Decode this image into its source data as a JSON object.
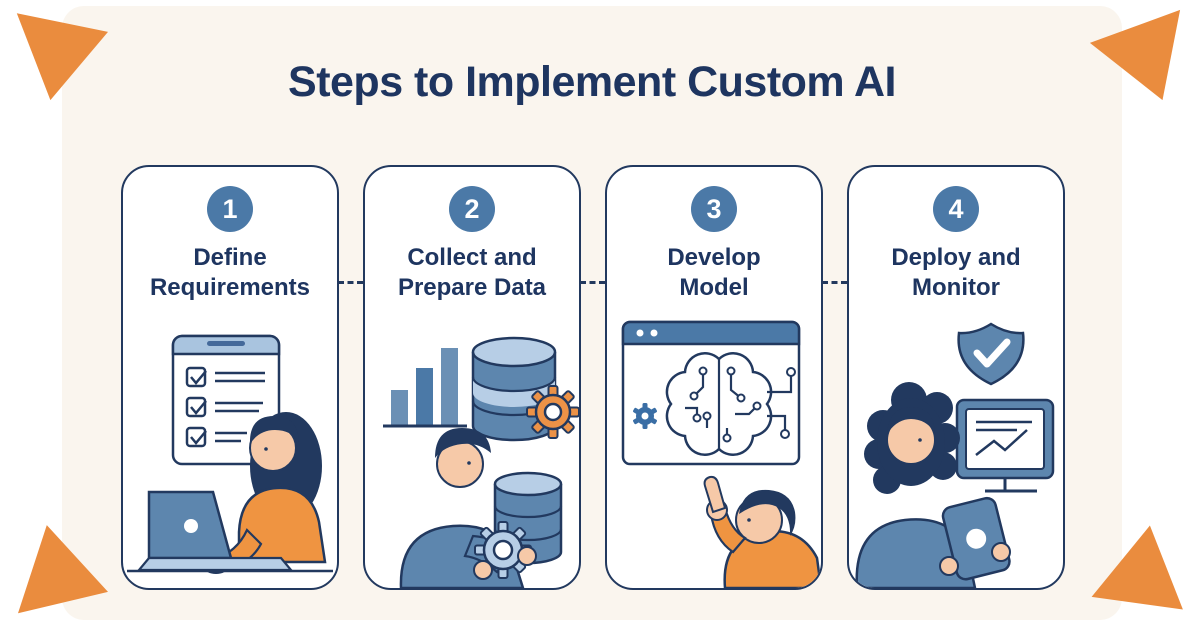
{
  "title": "Steps to Implement Custom AI",
  "steps": [
    {
      "number": "1",
      "line1": "Define",
      "line2": "Requirements",
      "illustration": "woman in orange sweater typing on laptop beside a checklist document with three checked items"
    },
    {
      "number": "2",
      "line1": "Collect and",
      "line2": "Prepare Data",
      "illustration": "man in blue shirt holding a gear next to database cylinders, a rising bar chart and an orange gear"
    },
    {
      "number": "3",
      "line1": "Develop",
      "line2": "Model",
      "illustration": "man in orange shirt pointing at a browser window showing a circuit brain and a small gear"
    },
    {
      "number": "4",
      "line1": "Deploy and",
      "line2": "Monitor",
      "illustration": "woman with curly hair holding a tablet in front of a shield checkmark and a monitor with a trend chart"
    }
  ],
  "colors": {
    "accent_orange": "#EA8C3E",
    "navy_text": "#1E3560",
    "badge_blue": "#4B79A7",
    "steel_blue": "#5D86AE",
    "light_blue": "#B7CEE6",
    "cream_background": "#FAF5EE",
    "card_background": "#FFFFFF",
    "skin_tone": "#F6C9A8"
  }
}
